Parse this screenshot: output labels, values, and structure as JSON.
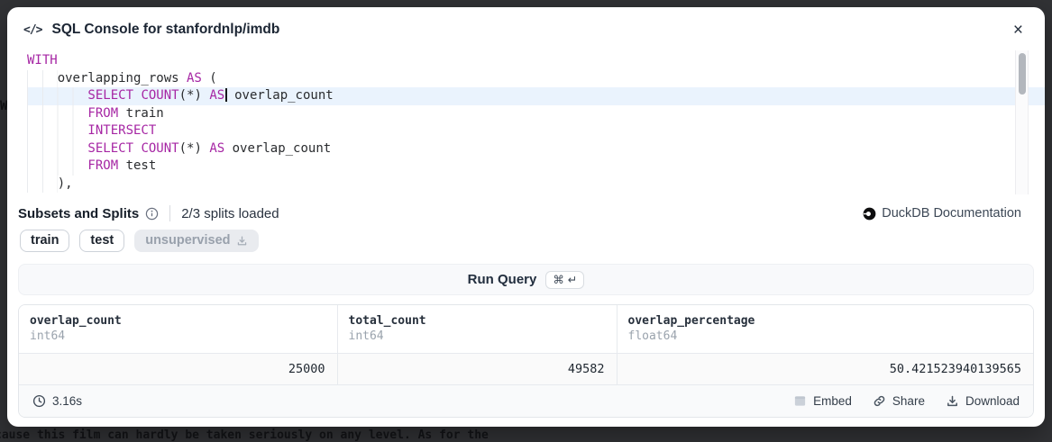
{
  "background": {
    "dimmed_text": "cause this film can hardly be taken seriously on any level. As for the",
    "dimmed_left_fragment": "W"
  },
  "modal": {
    "icon": "</>",
    "title": "SQL Console for stanfordnlp/imdb",
    "close": "×"
  },
  "editor": {
    "lines": [
      {
        "indent": 0,
        "active": false,
        "tokens": [
          [
            "kw",
            "WITH"
          ]
        ]
      },
      {
        "indent": 4,
        "active": false,
        "tokens": [
          [
            "id",
            "overlapping_rows"
          ],
          [
            "pl",
            " "
          ],
          [
            "kw",
            "AS"
          ],
          [
            "pl",
            " ("
          ]
        ]
      },
      {
        "indent": 8,
        "active": true,
        "tokens": [
          [
            "kw",
            "SELECT"
          ],
          [
            "pl",
            " "
          ],
          [
            "kw",
            "COUNT"
          ],
          [
            "pl",
            "(*)"
          ],
          [
            "pl",
            " "
          ],
          [
            "kw",
            "AS"
          ],
          [
            "cursor",
            ""
          ],
          [
            "pl",
            " "
          ],
          [
            "id",
            "overlap_count"
          ]
        ]
      },
      {
        "indent": 8,
        "active": false,
        "tokens": [
          [
            "kw",
            "FROM"
          ],
          [
            "pl",
            " "
          ],
          [
            "id",
            "train"
          ]
        ]
      },
      {
        "indent": 8,
        "active": false,
        "tokens": [
          [
            "kw",
            "INTERSECT"
          ]
        ]
      },
      {
        "indent": 8,
        "active": false,
        "tokens": [
          [
            "kw",
            "SELECT"
          ],
          [
            "pl",
            " "
          ],
          [
            "kw",
            "COUNT"
          ],
          [
            "pl",
            "(*)"
          ],
          [
            "pl",
            " "
          ],
          [
            "kw",
            "AS"
          ],
          [
            "pl",
            " "
          ],
          [
            "id",
            "overlap_count"
          ]
        ]
      },
      {
        "indent": 8,
        "active": false,
        "tokens": [
          [
            "kw",
            "FROM"
          ],
          [
            "pl",
            " "
          ],
          [
            "id",
            "test"
          ]
        ]
      },
      {
        "indent": 4,
        "active": false,
        "tokens": [
          [
            "pl",
            "),"
          ]
        ]
      }
    ]
  },
  "subsets": {
    "label": "Subsets and Splits",
    "status": "2/3 splits loaded",
    "doc_link": "DuckDB Documentation",
    "splits": [
      {
        "name": "train",
        "loaded": true
      },
      {
        "name": "test",
        "loaded": true
      },
      {
        "name": "unsupervised",
        "loaded": false
      }
    ]
  },
  "run_query": {
    "label": "Run Query",
    "shortcut": "⌘ ↵"
  },
  "results": {
    "columns": [
      {
        "name": "overlap_count",
        "type": "int64"
      },
      {
        "name": "total_count",
        "type": "int64"
      },
      {
        "name": "overlap_percentage",
        "type": "float64"
      }
    ],
    "rows": [
      [
        "25000",
        "49582",
        "50.421523940139565"
      ]
    ],
    "footer": {
      "duration": "3.16s",
      "actions": [
        {
          "label": "Embed",
          "icon": "embed-icon"
        },
        {
          "label": "Share",
          "icon": "share-icon"
        },
        {
          "label": "Download",
          "icon": "download-icon"
        }
      ]
    }
  }
}
